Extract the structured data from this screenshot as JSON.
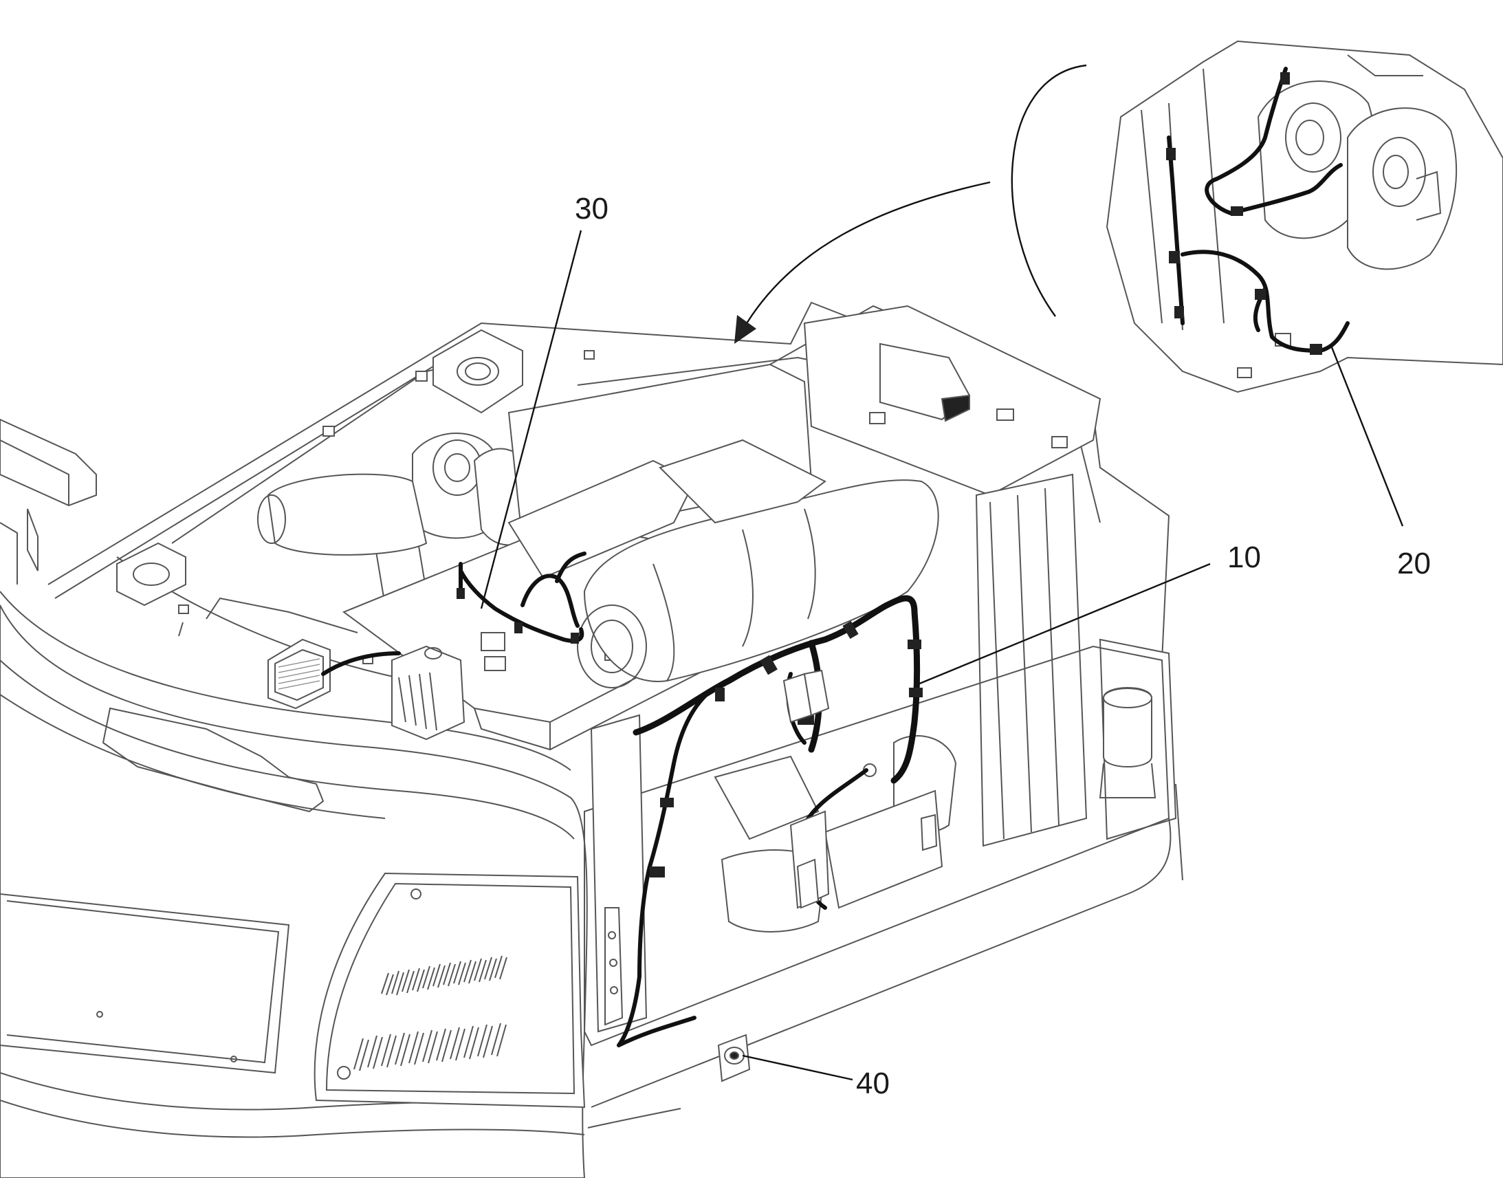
{
  "labels": {
    "harness_10": "10",
    "harness_20": "20",
    "harness_30": "30",
    "connector_40": "40"
  }
}
